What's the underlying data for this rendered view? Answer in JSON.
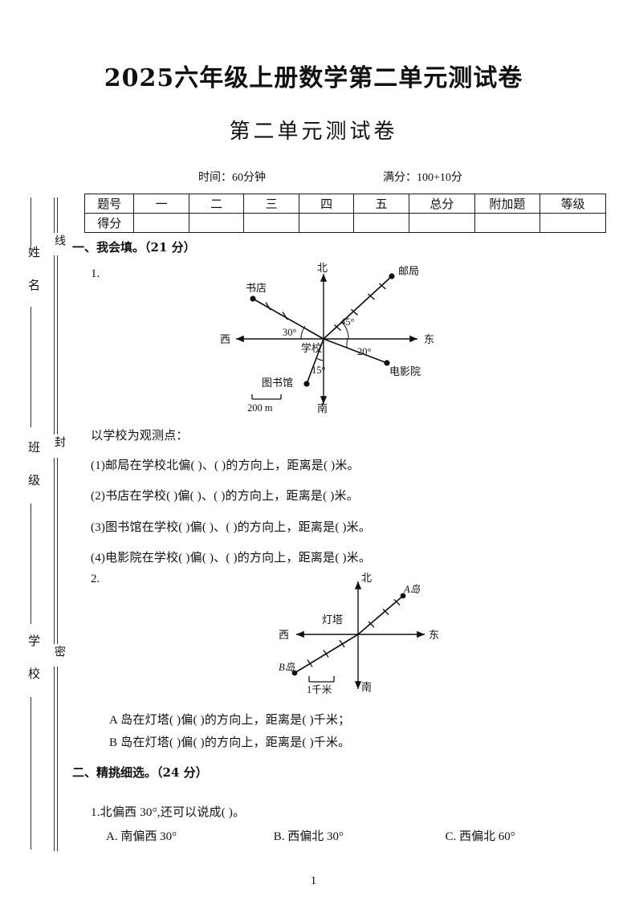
{
  "page": {
    "title_main": "2025六年级上册数学第二单元测试卷",
    "title_sub": "第二单元测试卷",
    "time_label": "时间：60分钟",
    "score_label": "满分：100+10分",
    "page_number": "1"
  },
  "margin": {
    "name_label": "姓 名",
    "class_label": "班 级",
    "school_label": "学 校",
    "seal_line": "线",
    "seal_feng": "封",
    "seal_mi": "密"
  },
  "score_table": {
    "row_labels": [
      "题号",
      "得分"
    ],
    "columns": [
      "一",
      "二",
      "三",
      "四",
      "五",
      "总分",
      "附加题",
      "等级"
    ],
    "values": [
      "",
      "",
      "",
      "",
      "",
      "",
      "",
      ""
    ]
  },
  "section_one": {
    "heading": "一、我会填。（21 分）",
    "q1": {
      "number": "1.",
      "prompt": "以学校为观测点：",
      "items": [
        "(1)邮局在学校北偏(          )、(           )的方向上，距离是(         )米。",
        "(2)书店在学校(        )偏(          )、(          )的方向上，距离是(          )米。",
        "(3)图书馆在学校(        )偏(         )、(           )的方向上，距离是(          )米。",
        "(4)电影院在学校(        )偏(         )、(           )的方向上，距离是(          )米。"
      ],
      "diagram": {
        "center_label": "学校",
        "north": "北",
        "south": "南",
        "east": "东",
        "west": "西",
        "scale_label": "200 m",
        "points": [
          {
            "name": "邮局",
            "angle_label": "45°",
            "ticks": 4
          },
          {
            "name": "书店",
            "angle_label": "30°",
            "ticks": 2
          },
          {
            "name": "电影院",
            "angle_label": "20°",
            "ticks": 0
          },
          {
            "name": "图书馆",
            "angle_label": "15°",
            "ticks": 0
          }
        ]
      }
    },
    "q2": {
      "number": "2.",
      "items": [
        "A 岛在灯塔(        )偏(         )的方向上，距离是(        )千米；",
        "B 岛在灯塔(        )偏(         )的方向上，距离是(        )千米。"
      ],
      "diagram": {
        "center_label": "灯塔",
        "north": "北",
        "south": "南",
        "east": "东",
        "west": "西",
        "scale_label": "1千米",
        "points": [
          {
            "name": "A岛",
            "ticks": 3
          },
          {
            "name": "B岛",
            "ticks": 3
          }
        ]
      }
    }
  },
  "section_two": {
    "heading": "二、精挑细选。（24 分）",
    "q1": {
      "text": "1.北偏西 30°,还可以说成(       )。",
      "options": [
        "A. 南偏西 30°",
        "B. 西偏北 30°",
        "C. 西偏北 60°"
      ]
    }
  }
}
